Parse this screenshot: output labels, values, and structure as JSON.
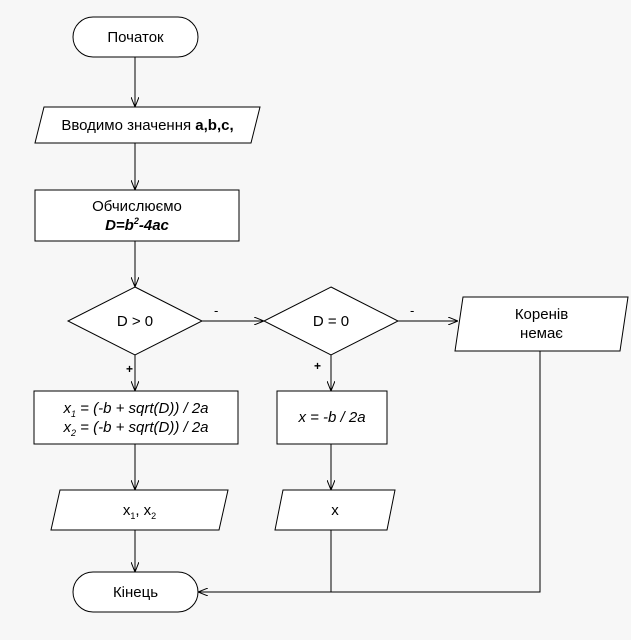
{
  "nodes": {
    "start": "Початок",
    "input": {
      "text": "Вводимо значення ",
      "vars": "a,b,c,"
    },
    "compute": {
      "line1": "Обчислюємо",
      "d_left": "D=b",
      "d_exp": "2",
      "d_right": "-4ac"
    },
    "cond1": "D > 0",
    "cond2": "D = 0",
    "no_roots": {
      "line1": "Коренів",
      "line2": "немає"
    },
    "two_roots": {
      "r1_var": "x",
      "r1_sub": "1",
      "r1_expr": " = (-b + sqrt(D)) / 2a",
      "r2_var": "x",
      "r2_sub": "2",
      "r2_expr": " = (-b + sqrt(D)) / 2a"
    },
    "one_root": "x = -b / 2a",
    "out_two": {
      "v1": "x",
      "s1": "1",
      "sep": ", ",
      "v2": "x",
      "s2": "2"
    },
    "out_one": "x",
    "end": "Кінець"
  },
  "edge_labels": {
    "cond1_no": "-",
    "cond1_yes": "+",
    "cond2_no": "-",
    "cond2_yes": "+"
  }
}
